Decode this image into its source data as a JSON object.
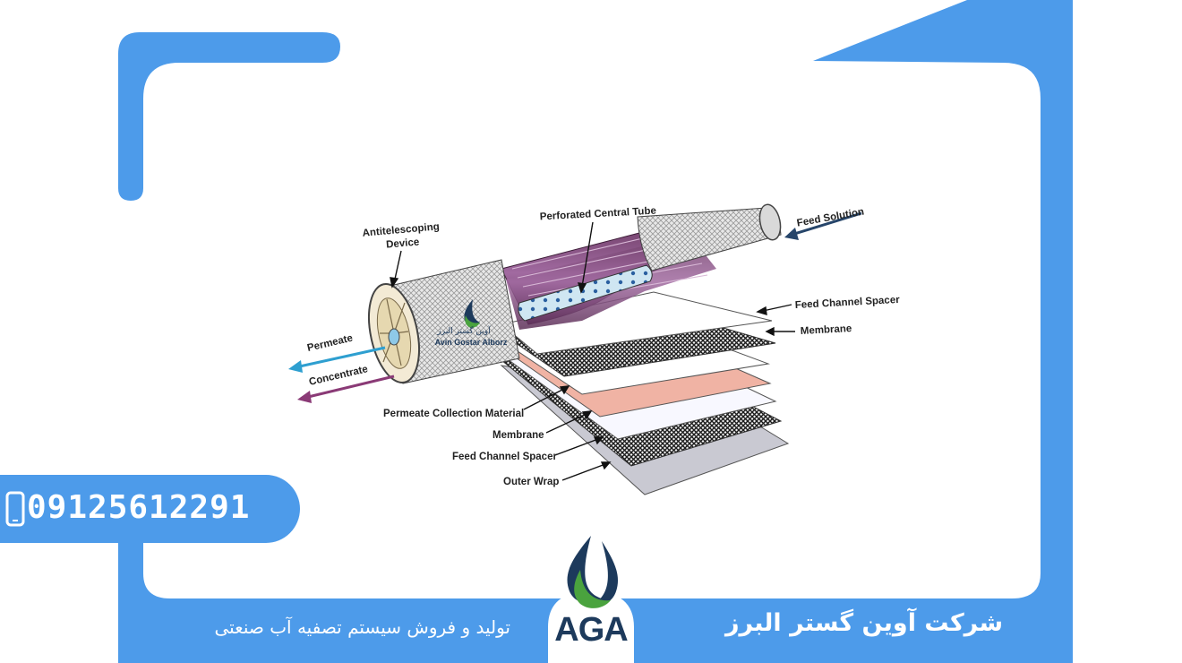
{
  "phone": {
    "number": "09125612291"
  },
  "footer": {
    "tagline": "تولید و فروش سیستم تصفیه آب صنعتی",
    "company": "شرکت آوین گستر البرز"
  },
  "logo": {
    "text": "AGA",
    "watermark_fa": "آوین گستر البرز",
    "watermark_en": "Avin Gostar Alborz"
  },
  "diagram": {
    "labels": {
      "antitelescoping_1": "Antitelescoping",
      "antitelescoping_2": "Device",
      "perforated_tube": "Perforated Central Tube",
      "feed_solution": "Feed Solution",
      "feed_spacer_top": "Feed Channel Spacer",
      "membrane_top": "Membrane",
      "permeate": "Permeate",
      "concentrate": "Concentrate",
      "permeate_collection": "Permeate Collection Material",
      "membrane_bottom": "Membrane",
      "feed_spacer_bottom": "Feed Channel Spacer",
      "outer_wrap": "Outer Wrap"
    }
  },
  "colors": {
    "frame_blue": "#4d9bea",
    "navy": "#1d3a5c",
    "logo_green": "#4aa33e"
  }
}
